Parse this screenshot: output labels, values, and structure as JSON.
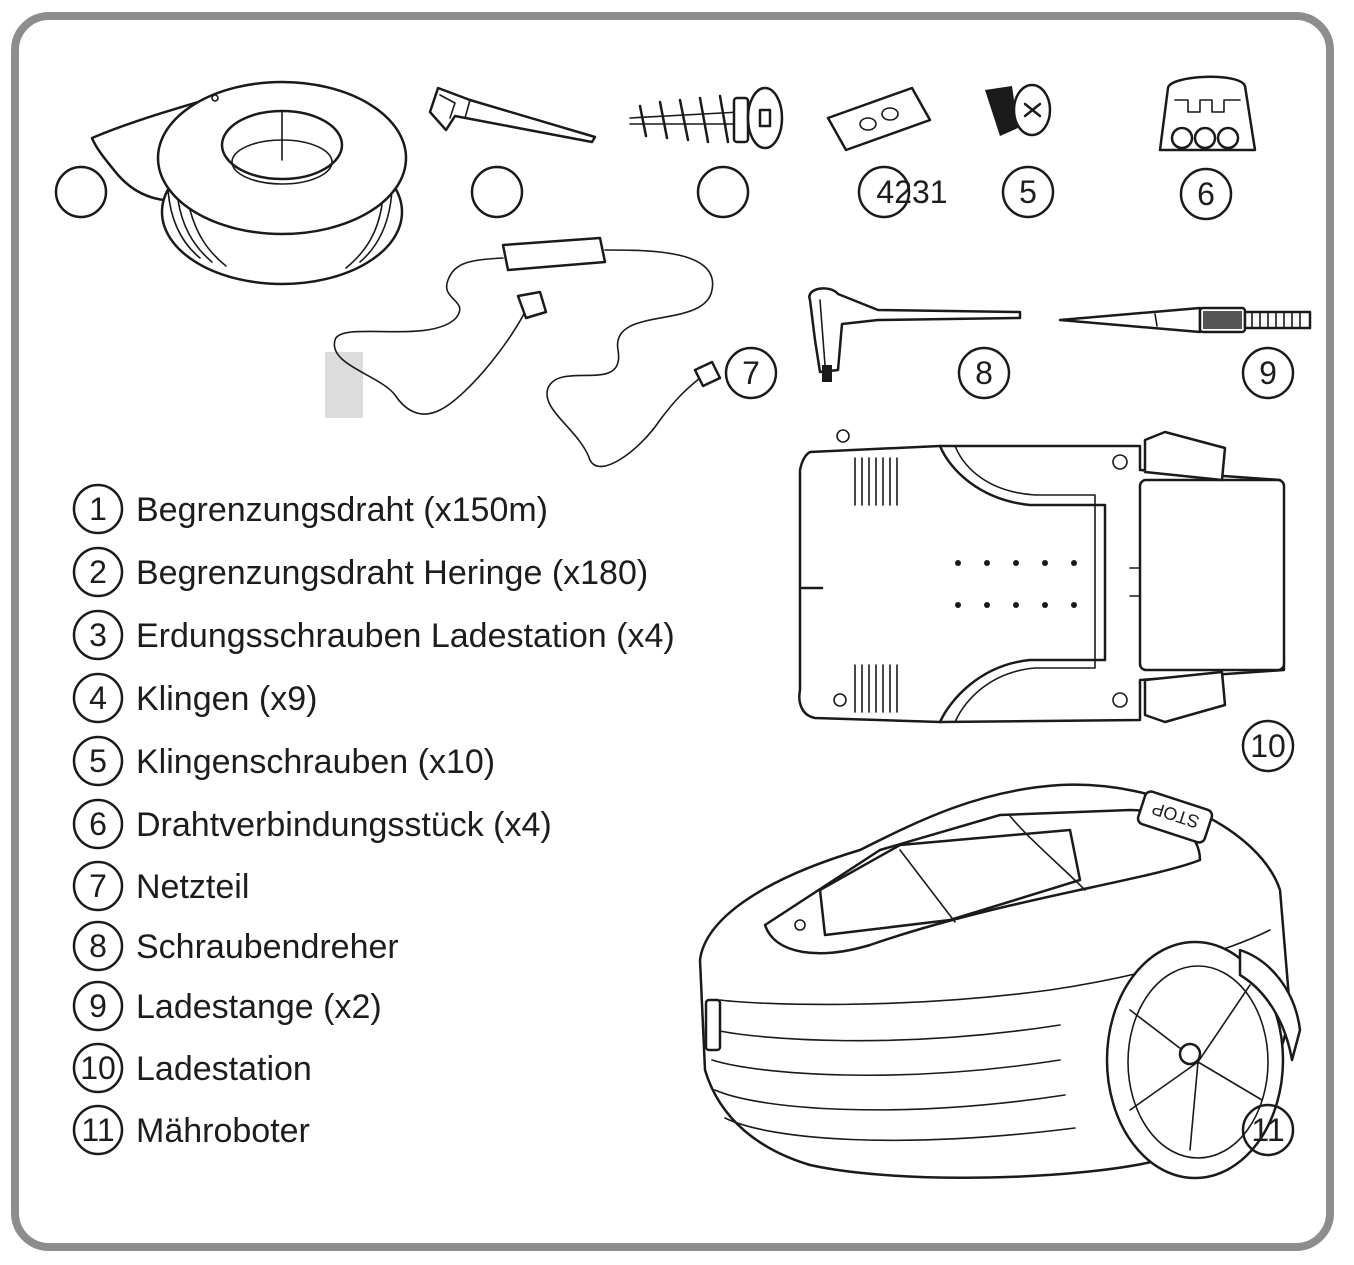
{
  "callouts": {
    "c1": "",
    "c2": "",
    "c3": "",
    "c4": "4231",
    "c5": "5",
    "c6": "6",
    "c7": "7",
    "c8": "8",
    "c9": "9",
    "c10": "10",
    "c11": "11"
  },
  "legend": [
    {
      "num": "1",
      "label": "Begrenzungsdraht (x150m)"
    },
    {
      "num": "2",
      "label": "Begrenzungsdraht Heringe (x180)"
    },
    {
      "num": "3",
      "label": "Erdungsschrauben Ladestation (x4)"
    },
    {
      "num": "4",
      "label": "Klingen (x9)"
    },
    {
      "num": "5",
      "label": "Klingenschrauben (x10)"
    },
    {
      "num": "6",
      "label": "Drahtverbindungsstück (x4)"
    },
    {
      "num": "7",
      "label": "Netzteil"
    },
    {
      "num": "8",
      "label": "Schraubendreher"
    },
    {
      "num": "9",
      "label": "Ladestange (x2)"
    },
    {
      "num": "10",
      "label": "Ladestation"
    },
    {
      "num": "11",
      "label": "Mähroboter"
    }
  ],
  "colors": {
    "frame": "#8d8d8d",
    "ink": "#1a1a1a",
    "placeholder": "#dcdcdc"
  },
  "robot_button_text": "STOP"
}
